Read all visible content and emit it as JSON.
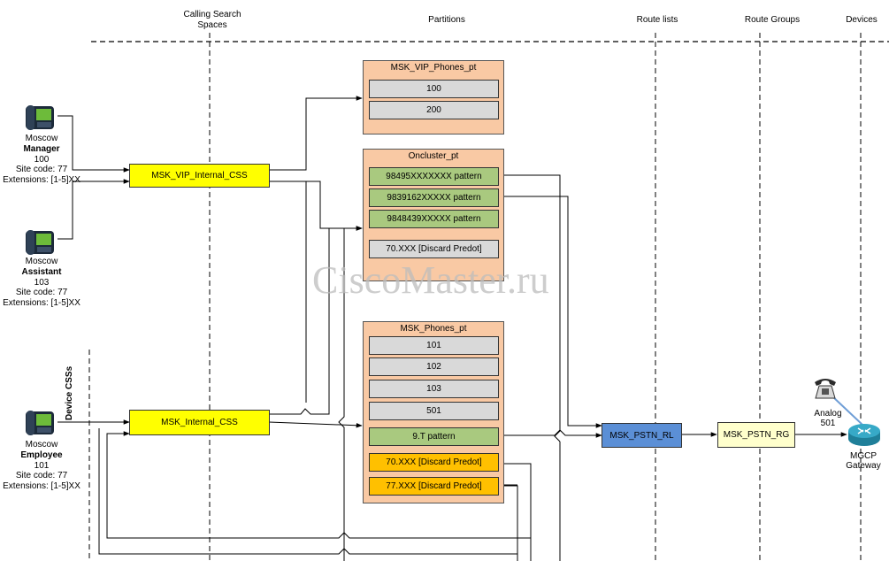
{
  "columns": {
    "css_line1": "Calling Search",
    "css_line2": "Spaces",
    "partitions": "Partitions",
    "route_lists": "Route lists",
    "route_groups": "Route Groups",
    "devices": "Devices"
  },
  "side_label": "Device CSSs",
  "phones": {
    "manager": {
      "city": "Moscow",
      "role": "Manager",
      "number": "100",
      "site": "Site code: 77",
      "ext": "Extensions: [1-5]XX"
    },
    "assistant": {
      "city": "Moscow",
      "role": "Assistant",
      "number": "103",
      "site": "Site code: 77",
      "ext": "Extensions: [1-5]XX"
    },
    "employee": {
      "city": "Moscow",
      "role": "Employee",
      "number": "101",
      "site": "Site code: 77",
      "ext": "Extensions: [1-5]XX"
    }
  },
  "css": {
    "vip": "MSK_VIP_Internal_CSS",
    "internal": "MSK_Internal_CSS"
  },
  "partitions": {
    "vip": {
      "title": "MSK_VIP_Phones_pt",
      "items": [
        "100",
        "200"
      ]
    },
    "oncluster": {
      "title": "Oncluster_pt",
      "items": [
        "98495XXXXXXX pattern",
        "9839162XXXXX pattern",
        "9848439XXXXX pattern",
        "70.XXX [Discard Predot]"
      ]
    },
    "phones": {
      "title": "MSK_Phones_pt",
      "items": [
        "101",
        "102",
        "103",
        "501",
        "9.T pattern",
        "70.XXX [Discard Predot]",
        "77.XXX [Discard Predot]"
      ]
    }
  },
  "route_list": "MSK_PSTN_RL",
  "route_group": "MSK_PSTN_RG",
  "analog": {
    "line1": "Analog",
    "line2": "501"
  },
  "gateway": {
    "line1": "MGCP",
    "line2": "Gateway"
  },
  "watermark": "CiscoMaster.ru",
  "colors": {
    "css": "#ffff00",
    "partition": "#f9c9a4",
    "pattern": "#a9c97f",
    "discard": "#ffc000",
    "route_list": "#5b8fd6",
    "route_group": "#ffffcc",
    "router": "#2a9bb8"
  }
}
